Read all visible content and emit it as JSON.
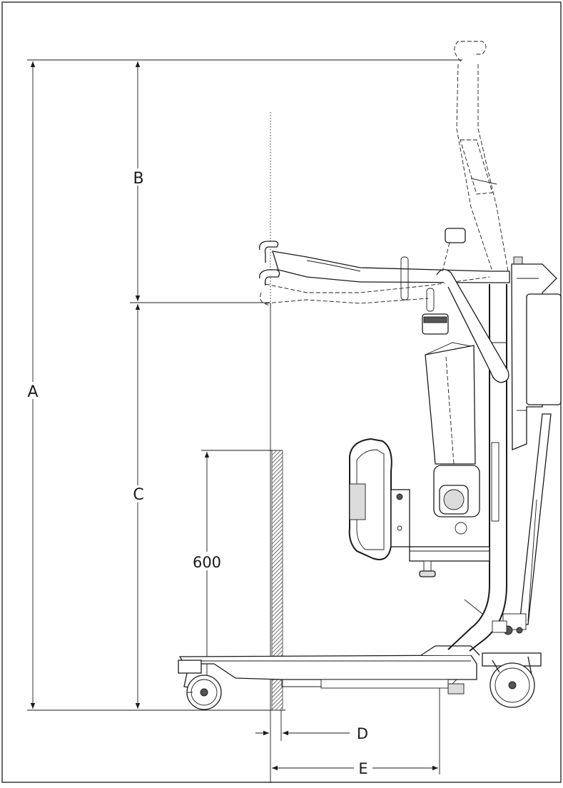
{
  "labels": {
    "A": "A",
    "B": "B",
    "C": "C",
    "D": "D",
    "E": "E",
    "height_600": "600"
  }
}
